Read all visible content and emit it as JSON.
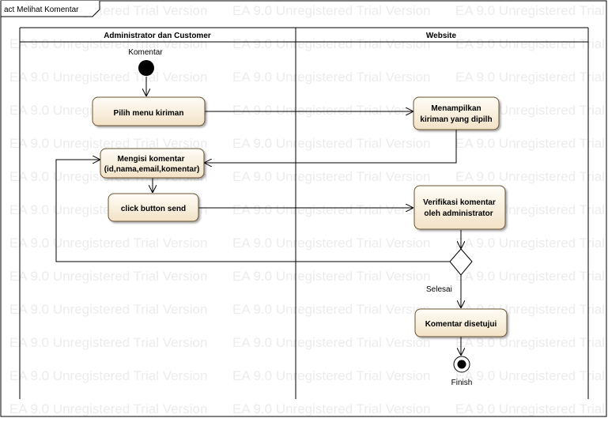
{
  "diagram": {
    "frame_label": "act Melihat Komentar",
    "watermark": "EA 9.0 Unregistered Trial Version",
    "lanes": [
      {
        "id": "lane-admin",
        "title": "Administrator dan Customer"
      },
      {
        "id": "lane-website",
        "title": "Website"
      }
    ],
    "initial_node": {
      "label": "Komentar"
    },
    "activities": [
      {
        "id": "pilih-menu",
        "lines": [
          "Pilih menu kiriman"
        ]
      },
      {
        "id": "menampilkan",
        "lines": [
          "Menampilkan",
          "kiriman yang dipilh"
        ]
      },
      {
        "id": "mengisi",
        "lines": [
          "Mengisi komentar",
          "(id,nama,email,komentar)"
        ]
      },
      {
        "id": "click-send",
        "lines": [
          "click button send"
        ]
      },
      {
        "id": "verifikasi",
        "lines": [
          "Verifikasi komentar",
          "oleh administrator"
        ]
      },
      {
        "id": "disetujui",
        "lines": [
          "Komentar disetujui"
        ]
      }
    ],
    "decision_guard": "Selesai",
    "final_node": {
      "label": "Finish"
    },
    "colors": {
      "activity_fill_top": "#fffdf7",
      "activity_fill_bottom": "#f2e2c6",
      "activity_stroke": "#6b5230",
      "line": "#000000",
      "watermark": "#ececec"
    }
  }
}
